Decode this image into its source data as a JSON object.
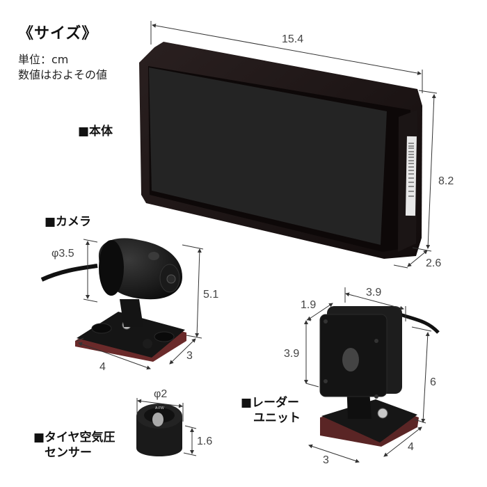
{
  "header": {
    "title": "《サイズ》",
    "unit": "単位：cm",
    "note": "数値はおよその値"
  },
  "products": [
    {
      "id": "main-unit",
      "label": "■本体",
      "dimensions": {
        "width": "15.4",
        "height": "8.2",
        "depth": "2.6"
      }
    },
    {
      "id": "camera",
      "label": "■カメラ",
      "dimensions": {
        "diameter": "φ3.5",
        "height": "5.1",
        "base_width": "4",
        "base_depth": "3"
      }
    },
    {
      "id": "radar-unit",
      "label_line1": "■レーダー",
      "label_line2": "ユニット",
      "dimensions": {
        "top_depth": "1.9",
        "top_width": "3.9",
        "face_height": "3.9",
        "height": "6",
        "base_width": "3",
        "base_depth": "4"
      }
    },
    {
      "id": "tire-sensor",
      "label_line1": "■タイヤ空気圧",
      "label_line2": "センサー",
      "dimensions": {
        "diameter": "φ2",
        "height": "1.6"
      },
      "cap_text": "A-FW"
    }
  ],
  "colors": {
    "device_body": "#1a1414",
    "screen": "#242424",
    "dimension_line": "#333333",
    "background": "#ffffff"
  }
}
